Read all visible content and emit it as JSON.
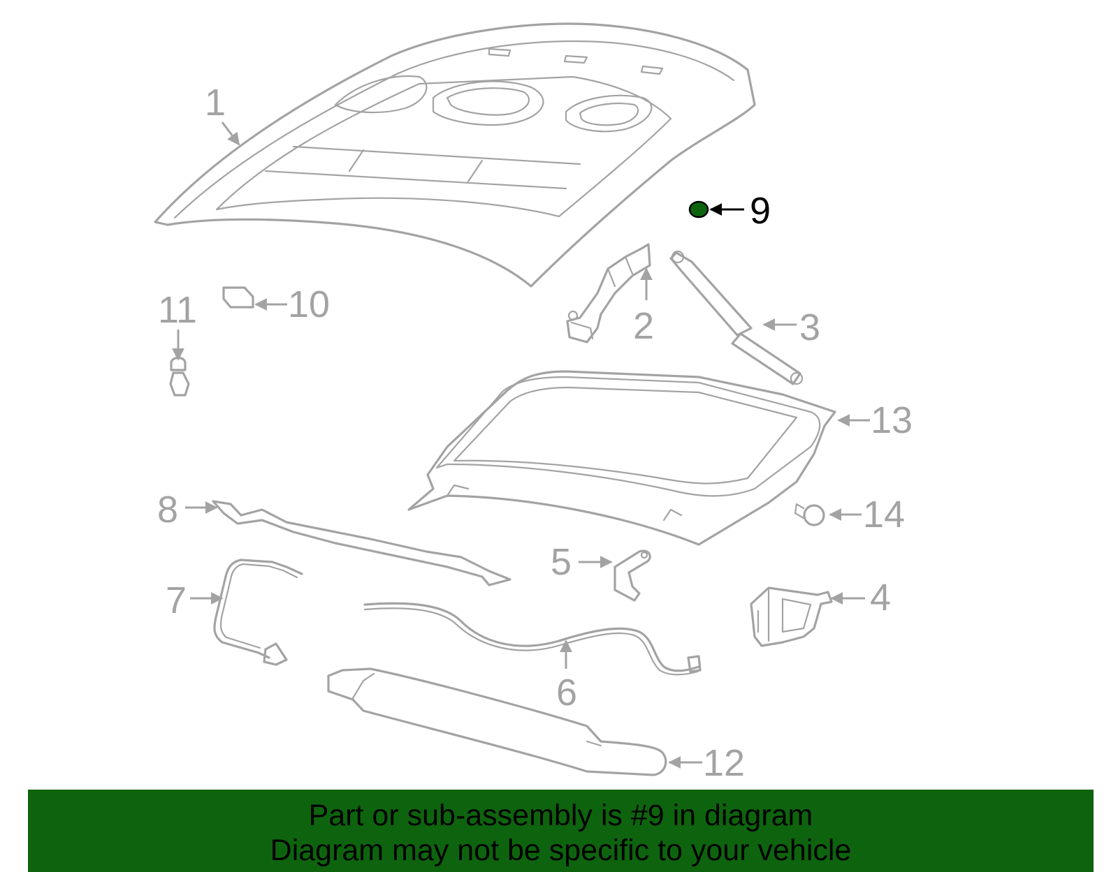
{
  "diagram": {
    "highlighted_part": "9",
    "highlight_color": "#0e640e",
    "part_color": "#a3a3a3",
    "callouts": {
      "c1": "1",
      "c2": "2",
      "c3": "3",
      "c4": "4",
      "c5": "5",
      "c6": "6",
      "c7": "7",
      "c8": "8",
      "c9": "9",
      "c10": "10",
      "c11": "11",
      "c12": "12",
      "c13": "13",
      "c14": "14"
    }
  },
  "banner": {
    "line1": "Part or sub-assembly is #9 in diagram",
    "line2": "Diagram may not be specific to your vehicle",
    "background": "#0e640e"
  }
}
